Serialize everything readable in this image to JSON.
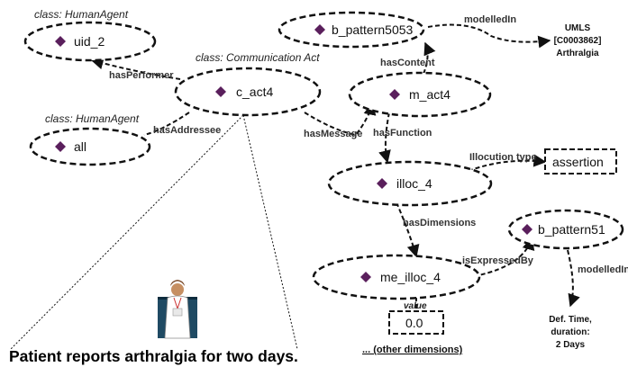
{
  "class_labels": {
    "uid": "class: HumanAgent",
    "addressee": "class: HumanAgent",
    "comm_act": "class: Communication Act"
  },
  "nodes": {
    "uid_2": "uid_2",
    "all": "all",
    "c_act4": "c_act4",
    "b_pattern5053": "b_pattern5053",
    "m_act4": "m_act4",
    "illoc_4": "illoc_4",
    "assertion": "assertion",
    "b_pattern51": "b_pattern51",
    "me_illoc_4": "me_illoc_4",
    "value_0_0": "0.0"
  },
  "edges": {
    "hasPerformer": "hasPerformer",
    "hasAddressee": "hasAddressee",
    "hasMessage": "hasMessage",
    "modelledIn_top": "modelledIn",
    "hasContent": "hasContent",
    "hasFunction": "hasFunction",
    "illocution_type": "Illocution type",
    "hasDimensions": "hasDimensions",
    "isExpressedBy": "isExpressedBy",
    "modelledIn_bottom": "modelledIn",
    "value": "value"
  },
  "umls": {
    "line1": "UMLS",
    "line2": "[C0003862]",
    "line3": "Arthralgia"
  },
  "time_info": {
    "line1": "Def. Time,",
    "line2": "duration:",
    "line3": "2 Days"
  },
  "other_dimensions": "... (other dimensions)",
  "sentence": "Patient reports arthralgia for two days.",
  "colors": {
    "diamond": "#5a1f5c",
    "line": "#111111"
  },
  "icons": [
    "doctor-figure-icon",
    "diamond-bullet-icon"
  ]
}
